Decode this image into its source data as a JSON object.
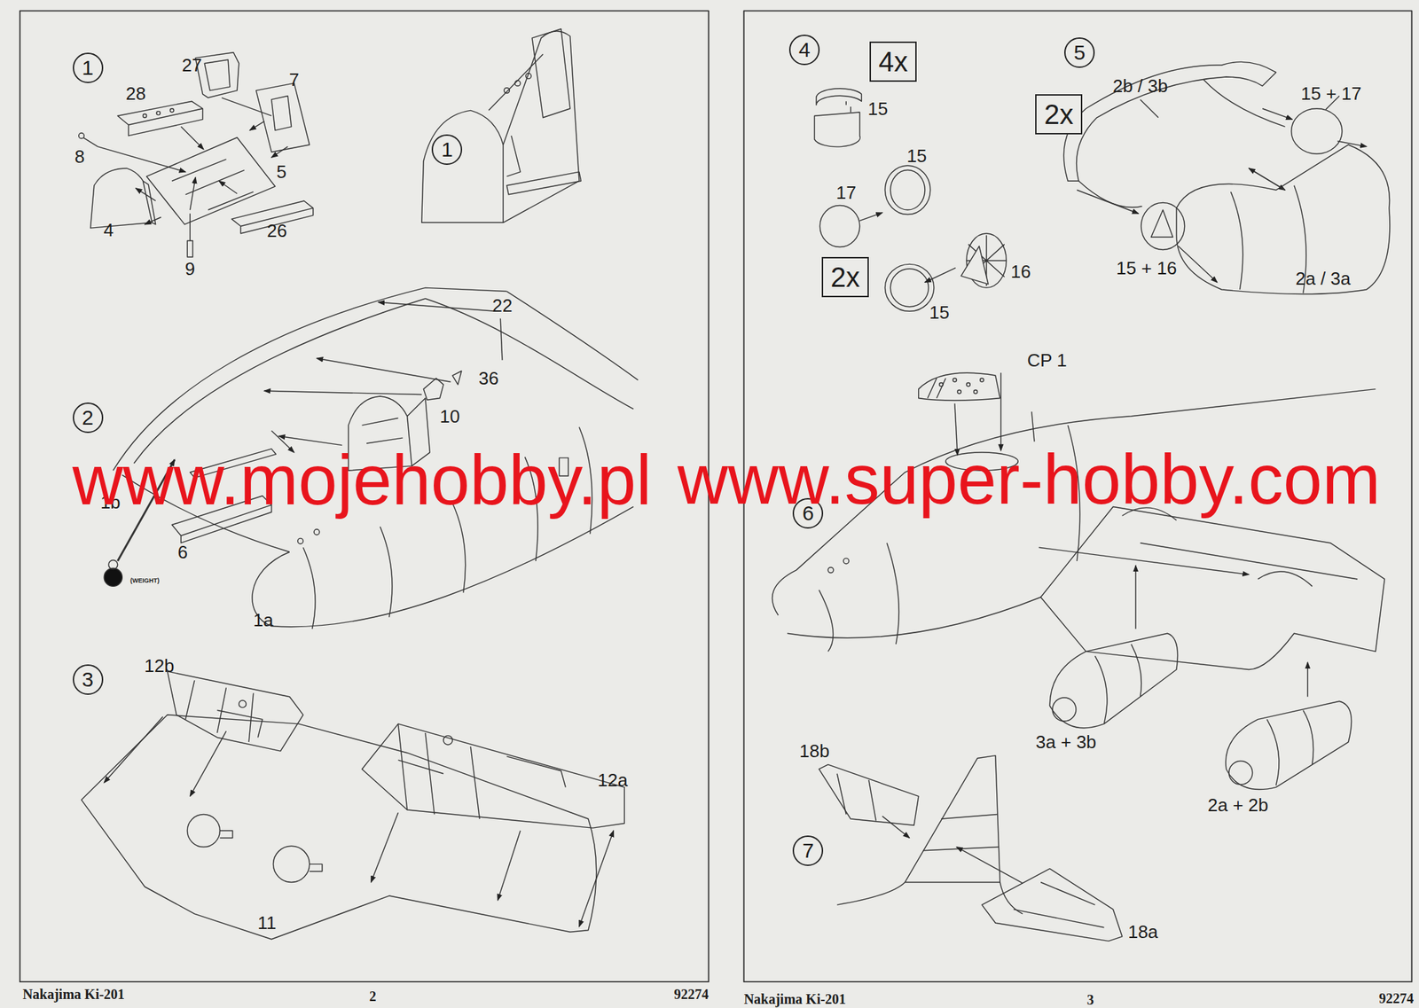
{
  "diagram": {
    "nodes": [
      {
        "text": [
          "1"
        ]
      },
      {
        "text": [
          "1"
        ]
      },
      {
        "text": [
          "2"
        ]
      },
      {
        "text": [
          "3"
        ]
      },
      {
        "text": [
          "4"
        ]
      },
      {
        "text": [
          "4x"
        ]
      },
      {
        "text": [
          "2x"
        ]
      },
      {
        "text": [
          "5"
        ]
      },
      {
        "text": [
          "2x"
        ]
      },
      {
        "text": [
          "6"
        ]
      },
      {
        "text": [
          "7"
        ]
      }
    ],
    "labels": [
      "27",
      "7",
      "28",
      "8",
      "5",
      "4",
      "26",
      "9",
      "22",
      "36",
      "10",
      "1b",
      "6",
      "(WEIGHT)",
      "1a",
      "12b",
      "12a",
      "11",
      "15",
      "15",
      "17",
      "16",
      "15",
      "2b / 3b",
      "15 + 17",
      "15 + 16",
      "2a / 3a",
      "CP 1",
      "3a + 3b",
      "2a + 2b",
      "18b",
      "18a",
      "www.mojehobby.pl",
      "www.super-hobby.com",
      "Nakajima Ki-201",
      "2",
      "92274",
      "Nakajima Ki-201",
      "3",
      "92274"
    ]
  }
}
